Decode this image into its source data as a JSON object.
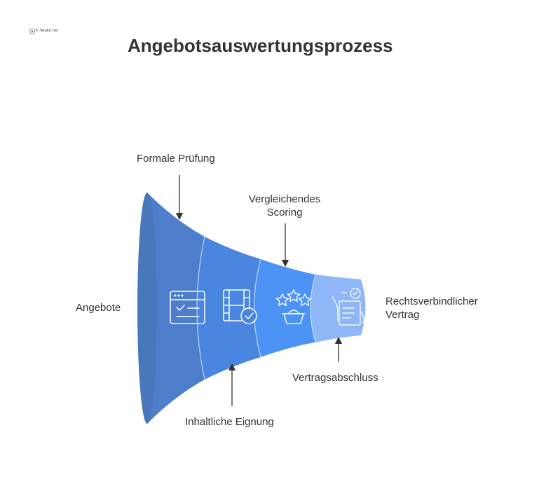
{
  "header": {
    "title": "Angebotsauswertungsprozess"
  },
  "logo": {
    "text": "© Tarakit.net"
  },
  "funnel": {
    "input_label": "Angebote",
    "output_label_line1": "Rechtsverbindlicher",
    "output_label_line2": "Vertrag",
    "stages": [
      {
        "label": "Formale Prüfung",
        "icon": "browser-checklist-icon",
        "color": "#4E7ECB"
      },
      {
        "label": "Inhaltliche Eignung",
        "icon": "film-check-icon",
        "color": "#4A86DF"
      },
      {
        "label_line1": "Vergleichendes",
        "label_line2": "Scoring",
        "icon": "star-basket-icon",
        "color": "#4D92F5"
      },
      {
        "label": "Vertragsabschluss",
        "icon": "signed-document-icon",
        "color": "#8FB7F8"
      }
    ]
  }
}
